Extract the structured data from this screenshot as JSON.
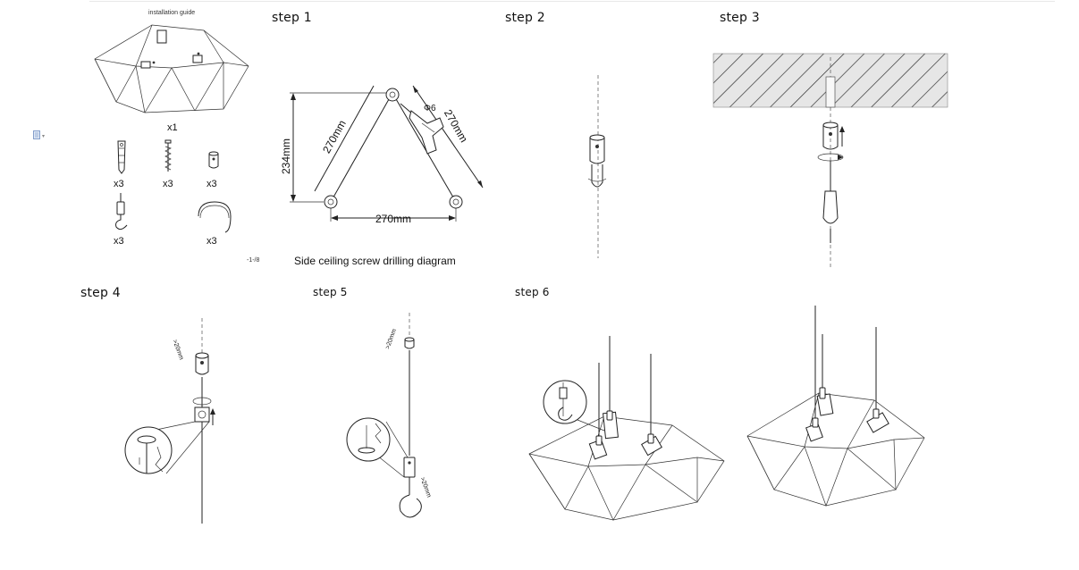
{
  "header": {
    "installation_guide": "installation guide"
  },
  "steps": {
    "step1": "step 1",
    "step2": "step 2",
    "step3": "step 3",
    "step4": "step 4",
    "step5": "step 5",
    "step6": "step 6"
  },
  "parts": {
    "lamp_qty": "x1",
    "anchor_qty": "x3",
    "screw_qty": "x3",
    "cap_qty": "x3",
    "hook_qty": "x3",
    "wire_qty": "x3",
    "page_number": "-1-/8"
  },
  "drilling": {
    "height_label": "234mm",
    "left_side_label": "270mm",
    "right_side_label": "270mm",
    "bottom_label": "270mm",
    "drill_size": "Φ6",
    "caption": "Side ceiling screw drilling diagram"
  },
  "annotations": {
    "step4_gap": ">20mm",
    "step5_gap_top": ">20mm",
    "step5_gap_bottom": ">20mm"
  }
}
